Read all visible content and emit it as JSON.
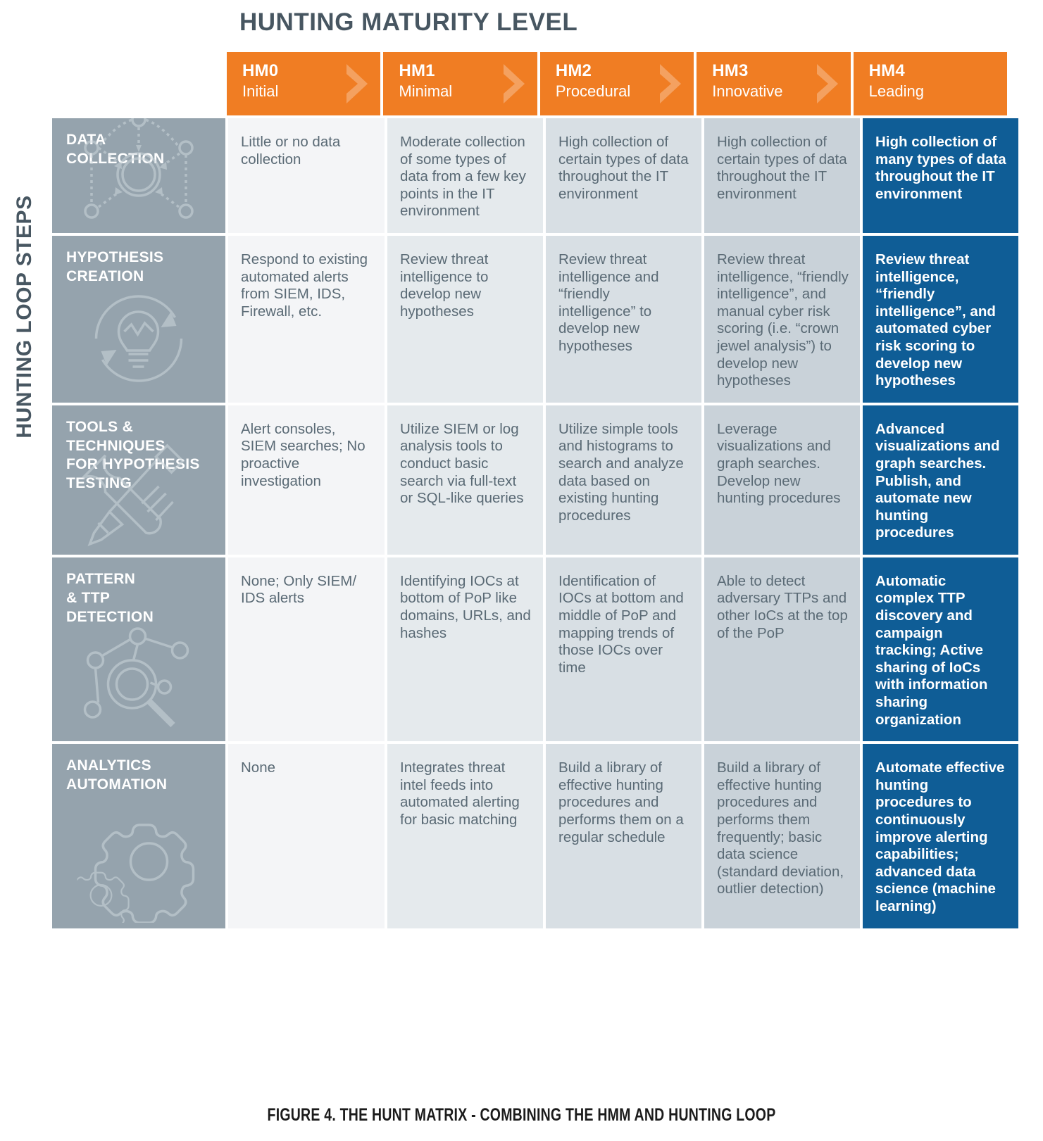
{
  "title": "HUNTING MATURITY LEVEL",
  "vertical_axis_label": "HUNTING LOOP STEPS",
  "caption": "FIGURE 4. THE HUNT MATRIX - COMBINING THE HMM AND HUNTING LOOP",
  "colors": {
    "accent_orange": "#f07d23",
    "header_gray": "#95a3ad",
    "highlight_blue": "#0f5d96",
    "title_text": "#475661",
    "body_text": "#5a6a75",
    "col0_bg": "#f4f5f7",
    "col1_bg": "#e5eaed",
    "col2_bg": "#d8dfe4",
    "col3_bg": "#c9d2d9"
  },
  "columns": [
    {
      "code": "HM0",
      "name": "Initial",
      "chevron": true
    },
    {
      "code": "HM1",
      "name": "Minimal",
      "chevron": true
    },
    {
      "code": "HM2",
      "name": "Procedural",
      "chevron": true
    },
    {
      "code": "HM3",
      "name": "Innovative",
      "chevron": true
    },
    {
      "code": "HM4",
      "name": "Leading",
      "chevron": false
    }
  ],
  "rows": [
    {
      "label": "DATA\nCOLLECTION",
      "icon": "network-nodes-icon",
      "cells": [
        "Little or no data collection",
        "Moderate collection of some types of data from a few key points in the IT environment",
        "High collection of certain types of data throughout the IT environment",
        "High collection of certain types of data throughout the IT environment",
        "High collection of many types of data throughout the IT environment"
      ]
    },
    {
      "label": "HYPOTHESIS\nCREATION",
      "icon": "lightbulb-cycle-icon",
      "cells": [
        "Respond to  existing automated alerts from SIEM, IDS, Firewall, etc.",
        "Review threat intelligence to develop new hypotheses",
        "Review threat intelligence and “friendly intelligence” to develop new hypotheses",
        "Review threat intelligence, “friendly intelligence”, and manual cyber risk scoring (i.e. “crown jewel analysis”) to develop new hypotheses",
        "Review threat intelligence, “friendly intelligence”, and automated cyber risk scoring to develop new hypotheses"
      ]
    },
    {
      "label": "TOOLS &\nTECHNIQUES\nFOR HYPOTHESIS\nTESTING",
      "icon": "wrench-screwdriver-icon",
      "cells": [
        "Alert consoles, SIEM searches; No proactive investigation",
        "Utilize SIEM or log analysis tools to conduct basic search via full-text or SQL-like queries",
        "Utilize simple tools and histograms to search and analyze data based on existing hunting procedures",
        "Leverage visualizations and graph searches. Develop new hunting procedures",
        "Advanced visualizations and graph searches. Publish, and automate new hunting procedures"
      ]
    },
    {
      "label": "PATTERN\n& TTP\nDETECTION",
      "icon": "magnifier-graph-icon",
      "cells": [
        "None; Only SIEM/ IDS alerts",
        "Identifying IOCs at bottom of PoP like domains, URLs, and hashes",
        "Identification of IOCs at bottom and middle of PoP and mapping trends of those IOCs over time",
        "Able to detect adversary TTPs and other IoCs at the top of the PoP",
        "Automatic complex TTP discovery and campaign tracking; Active sharing of IoCs with information sharing organization"
      ]
    },
    {
      "label": "ANALYTICS\nAUTOMATION",
      "icon": "gears-icon",
      "cells": [
        "None",
        "Integrates threat intel feeds into automated alerting for basic matching",
        "Build a library of effective hunting procedures and performs them on a regular schedule",
        "Build a library of effective hunting procedures and performs them frequently; basic data science (standard deviation, outlier detection)",
        "Automate effective hunting procedures to continuously improve alerting capabilities; advanced data science (machine learning)"
      ]
    }
  ]
}
